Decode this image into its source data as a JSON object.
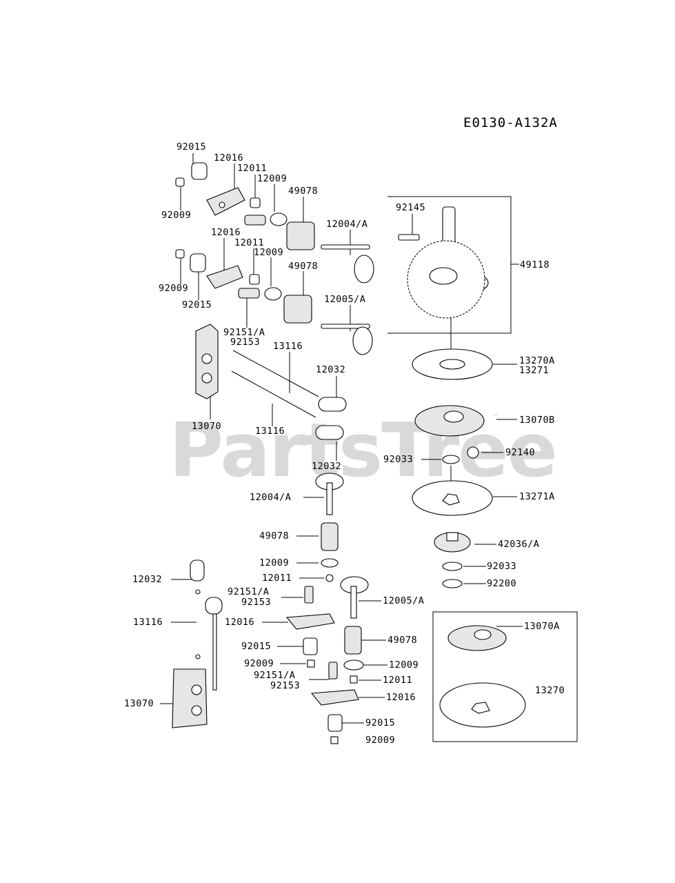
{
  "diagram_code": "E0130-A132A",
  "watermark": "PartsTree",
  "watermark_tm": "™",
  "labels": [
    "92015",
    "12016",
    "12011",
    "12009",
    "49078",
    "92009",
    "12004/A",
    "92145",
    "49118",
    "12016",
    "12011",
    "12009",
    "49078",
    "92009",
    "92015",
    "12005/A",
    "92151/A",
    "92153",
    "13116",
    "12032",
    "13270A",
    "13271",
    "13070",
    "13116",
    "13070B",
    "92033",
    "92140",
    "12032",
    "12004/A",
    "13271A",
    "49078",
    "42036/A",
    "12009",
    "92033",
    "12032",
    "12011",
    "92200",
    "92151/A",
    "92153",
    "12005/A",
    "13116",
    "12016",
    "13070A",
    "92015",
    "49078",
    "92009",
    "12009",
    "92151/A",
    "92153",
    "12011",
    "13270",
    "13070",
    "12016",
    "92015",
    "92009"
  ]
}
